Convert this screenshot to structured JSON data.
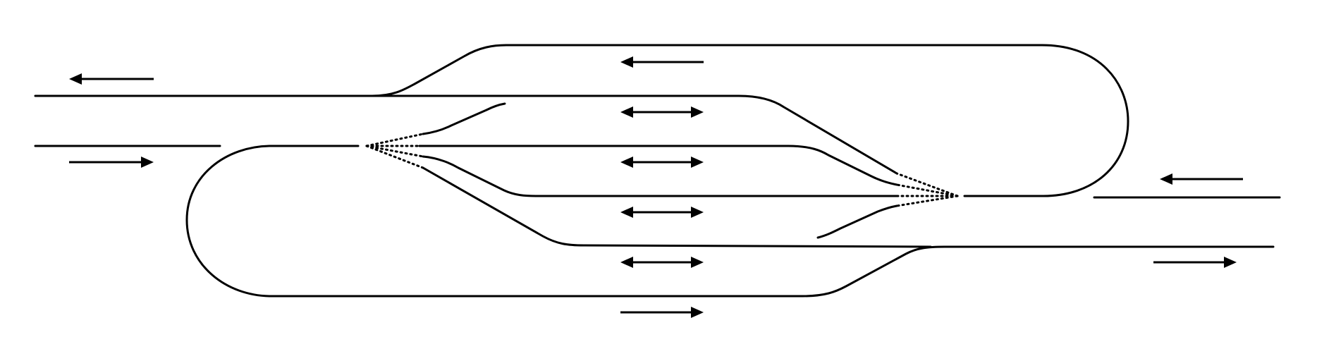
{
  "diagram": {
    "type": "railway track layout",
    "colors": {
      "background": "#ffffff",
      "line": "#000000"
    },
    "direction_arrows": [
      {
        "name": "upper-left-westbound-arrow",
        "direction": "left"
      },
      {
        "name": "left-eastbound-arrow",
        "direction": "right"
      },
      {
        "name": "top-loop-westbound-arrow",
        "direction": "left"
      },
      {
        "name": "track-1-bidirectional-arrow",
        "direction": "both"
      },
      {
        "name": "track-2-bidirectional-arrow",
        "direction": "both"
      },
      {
        "name": "track-3-bidirectional-arrow",
        "direction": "both"
      },
      {
        "name": "track-4-bidirectional-arrow",
        "direction": "both"
      },
      {
        "name": "bottom-loop-eastbound-arrow",
        "direction": "right"
      },
      {
        "name": "right-westbound-arrow",
        "direction": "left"
      },
      {
        "name": "right-eastbound-arrow",
        "direction": "right"
      }
    ]
  }
}
